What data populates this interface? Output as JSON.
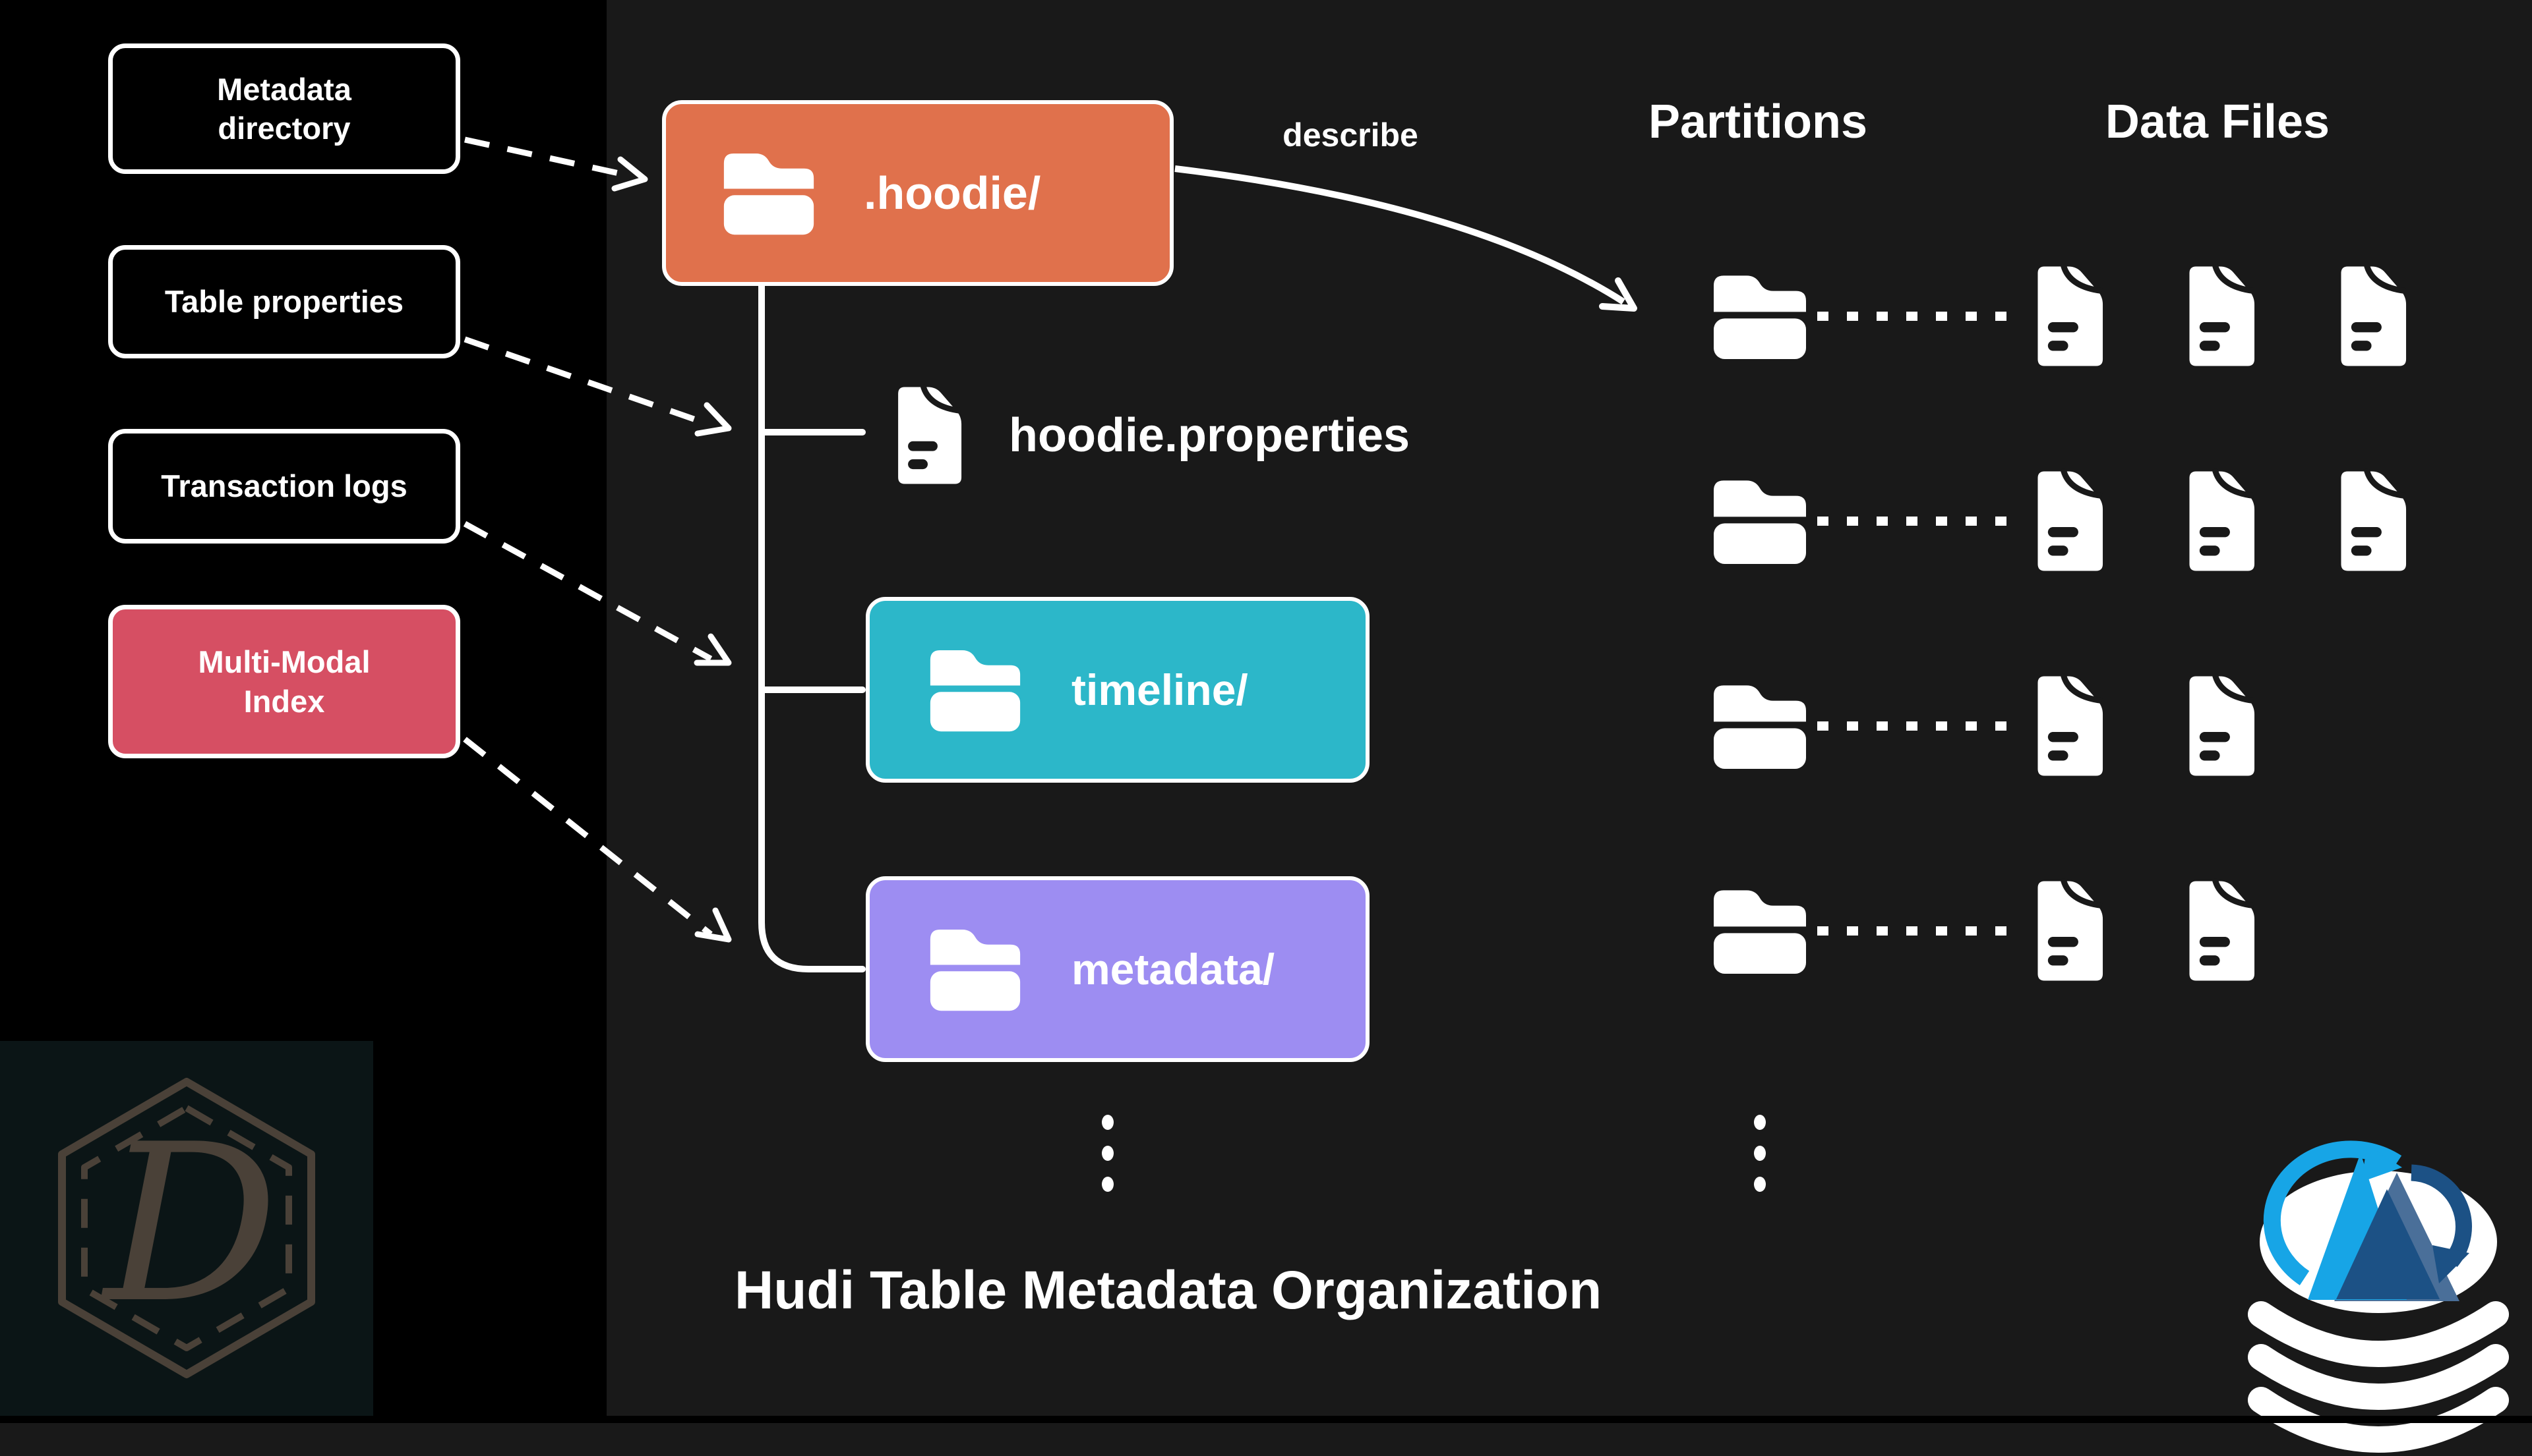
{
  "title": "Hudi Table Metadata Organization",
  "sidebar": {
    "boxes": [
      {
        "label": "Metadata\ndirectory"
      },
      {
        "label": "Table properties"
      },
      {
        "label": "Transaction logs"
      },
      {
        "label": "Multi-Modal\nIndex"
      }
    ]
  },
  "tree": {
    "root": {
      "label": ".hoodie/"
    },
    "children": [
      {
        "label": "hoodie.properties"
      },
      {
        "label": "timeline/"
      },
      {
        "label": "metadata/"
      }
    ]
  },
  "describe_label": "describe",
  "columns": {
    "partitions_title": "Partitions",
    "data_files_title": "Data Files",
    "rows": [
      {
        "files": 3
      },
      {
        "files": 3
      },
      {
        "files": 2
      },
      {
        "files": 2
      }
    ]
  },
  "colors": {
    "bg-main": "#191919",
    "bg-left": "#000000",
    "accent-orange": "#E0714C",
    "accent-teal": "#2CB7C9",
    "accent-purple": "#9D8DF2",
    "accent-red": "#D64F63",
    "logo-bg": "#0B1516",
    "logo-stroke": "#4A4138",
    "hudi-light-blue": "#17A5E6",
    "hudi-slate-blue": "#4A6F99",
    "hudi-navy": "#1C5185"
  }
}
